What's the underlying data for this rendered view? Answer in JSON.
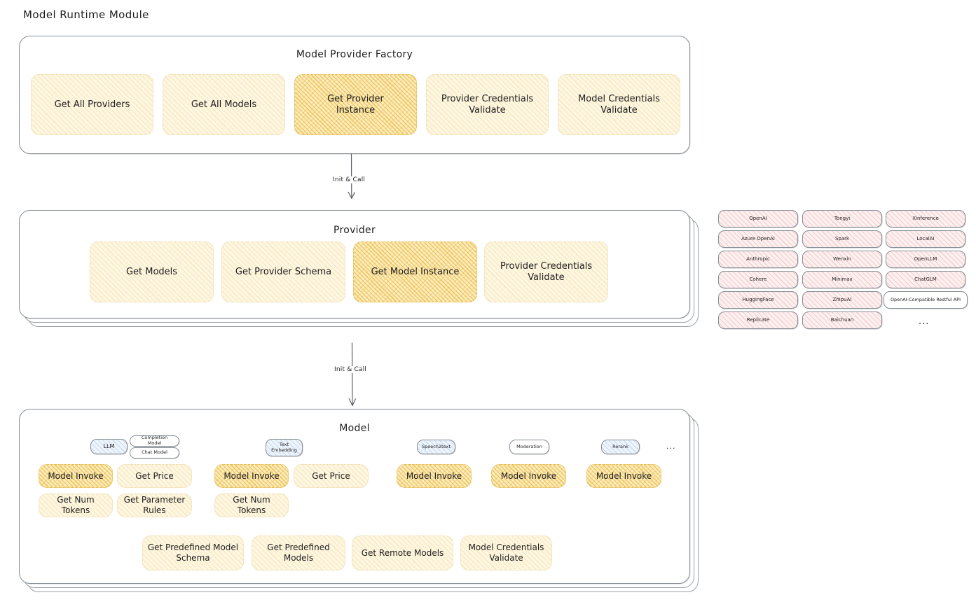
{
  "page": {
    "title": "Model Runtime Module",
    "background": "#ffffff",
    "accent_amber": "#e8b234",
    "accent_cream": "#fdf6e3",
    "accent_pink": "#fdf0f0",
    "accent_blue": "#eef4fb"
  },
  "factory": {
    "title": "Model Provider Factory",
    "boxes": [
      {
        "label": "Get All Providers",
        "highlight": false
      },
      {
        "label": "Get All Models",
        "highlight": false
      },
      {
        "label": "Get Provider\nInstance",
        "highlight": true
      },
      {
        "label": "Provider Credentials\nValidate",
        "highlight": false
      },
      {
        "label": "Model Credentials\nValidate",
        "highlight": false
      }
    ]
  },
  "arrow_top": {
    "label": "Init & Call"
  },
  "arrow_bottom": {
    "label": "Init & Call"
  },
  "provider": {
    "title": "Provider",
    "boxes": [
      {
        "label": "Get Models",
        "highlight": false
      },
      {
        "label": "Get Provider Schema",
        "highlight": false
      },
      {
        "label": "Get Model Instance",
        "highlight": true
      },
      {
        "label": "Provider Credentials\nValidate",
        "highlight": false
      }
    ]
  },
  "provider_list": {
    "columns": [
      {
        "items": [
          "OpenAI",
          "Azure OpenAI",
          "Anthropic",
          "Cohere",
          "HuggingFace",
          "Replicate"
        ]
      },
      {
        "items": [
          "Tongyi",
          "Spark",
          "Wenxin",
          "Minimax",
          "ZhipuAI",
          "Baichuan"
        ]
      },
      {
        "items": [
          "Xinference",
          "LocalAI",
          "OpenLLM",
          "ChatGLM",
          "OpenAI-Compatible Restful API"
        ]
      }
    ],
    "more": "..."
  },
  "model": {
    "title": "Model",
    "more": "...",
    "types": [
      {
        "badge": "LLM",
        "badge_style": "blue",
        "sub_badges": [
          "Completion Model",
          "Chat Model"
        ],
        "methods_row1": [
          {
            "label": "Model Invoke",
            "highlight": true
          },
          {
            "label": "Get Price",
            "highlight": false
          }
        ],
        "methods_row2": [
          {
            "label": "Get Num Tokens",
            "highlight": false
          },
          {
            "label": "Get Parameter\nRules",
            "highlight": false
          }
        ]
      },
      {
        "badge": "Text\nEmbedding",
        "badge_style": "blue",
        "sub_badges": [],
        "methods_row1": [
          {
            "label": "Model Invoke",
            "highlight": true
          },
          {
            "label": "Get Price",
            "highlight": false
          }
        ],
        "methods_row2": [
          {
            "label": "Get Num Tokens",
            "highlight": false
          }
        ]
      },
      {
        "badge": "Speech2text",
        "badge_style": "blue",
        "sub_badges": [],
        "methods_row1": [
          {
            "label": "Model Invoke",
            "highlight": true
          }
        ],
        "methods_row2": []
      },
      {
        "badge": "Moderation",
        "badge_style": "white",
        "sub_badges": [],
        "methods_row1": [
          {
            "label": "Model Invoke",
            "highlight": true
          }
        ],
        "methods_row2": []
      },
      {
        "badge": "Rerank",
        "badge_style": "blue",
        "sub_badges": [],
        "methods_row1": [
          {
            "label": "Model Invoke",
            "highlight": true
          }
        ],
        "methods_row2": []
      }
    ],
    "common_methods": [
      {
        "label": "Get Predefined Model\nSchema"
      },
      {
        "label": "Get Predefined\nModels"
      },
      {
        "label": "Get Remote Models"
      },
      {
        "label": "Model Credentials\nValidate"
      }
    ]
  }
}
